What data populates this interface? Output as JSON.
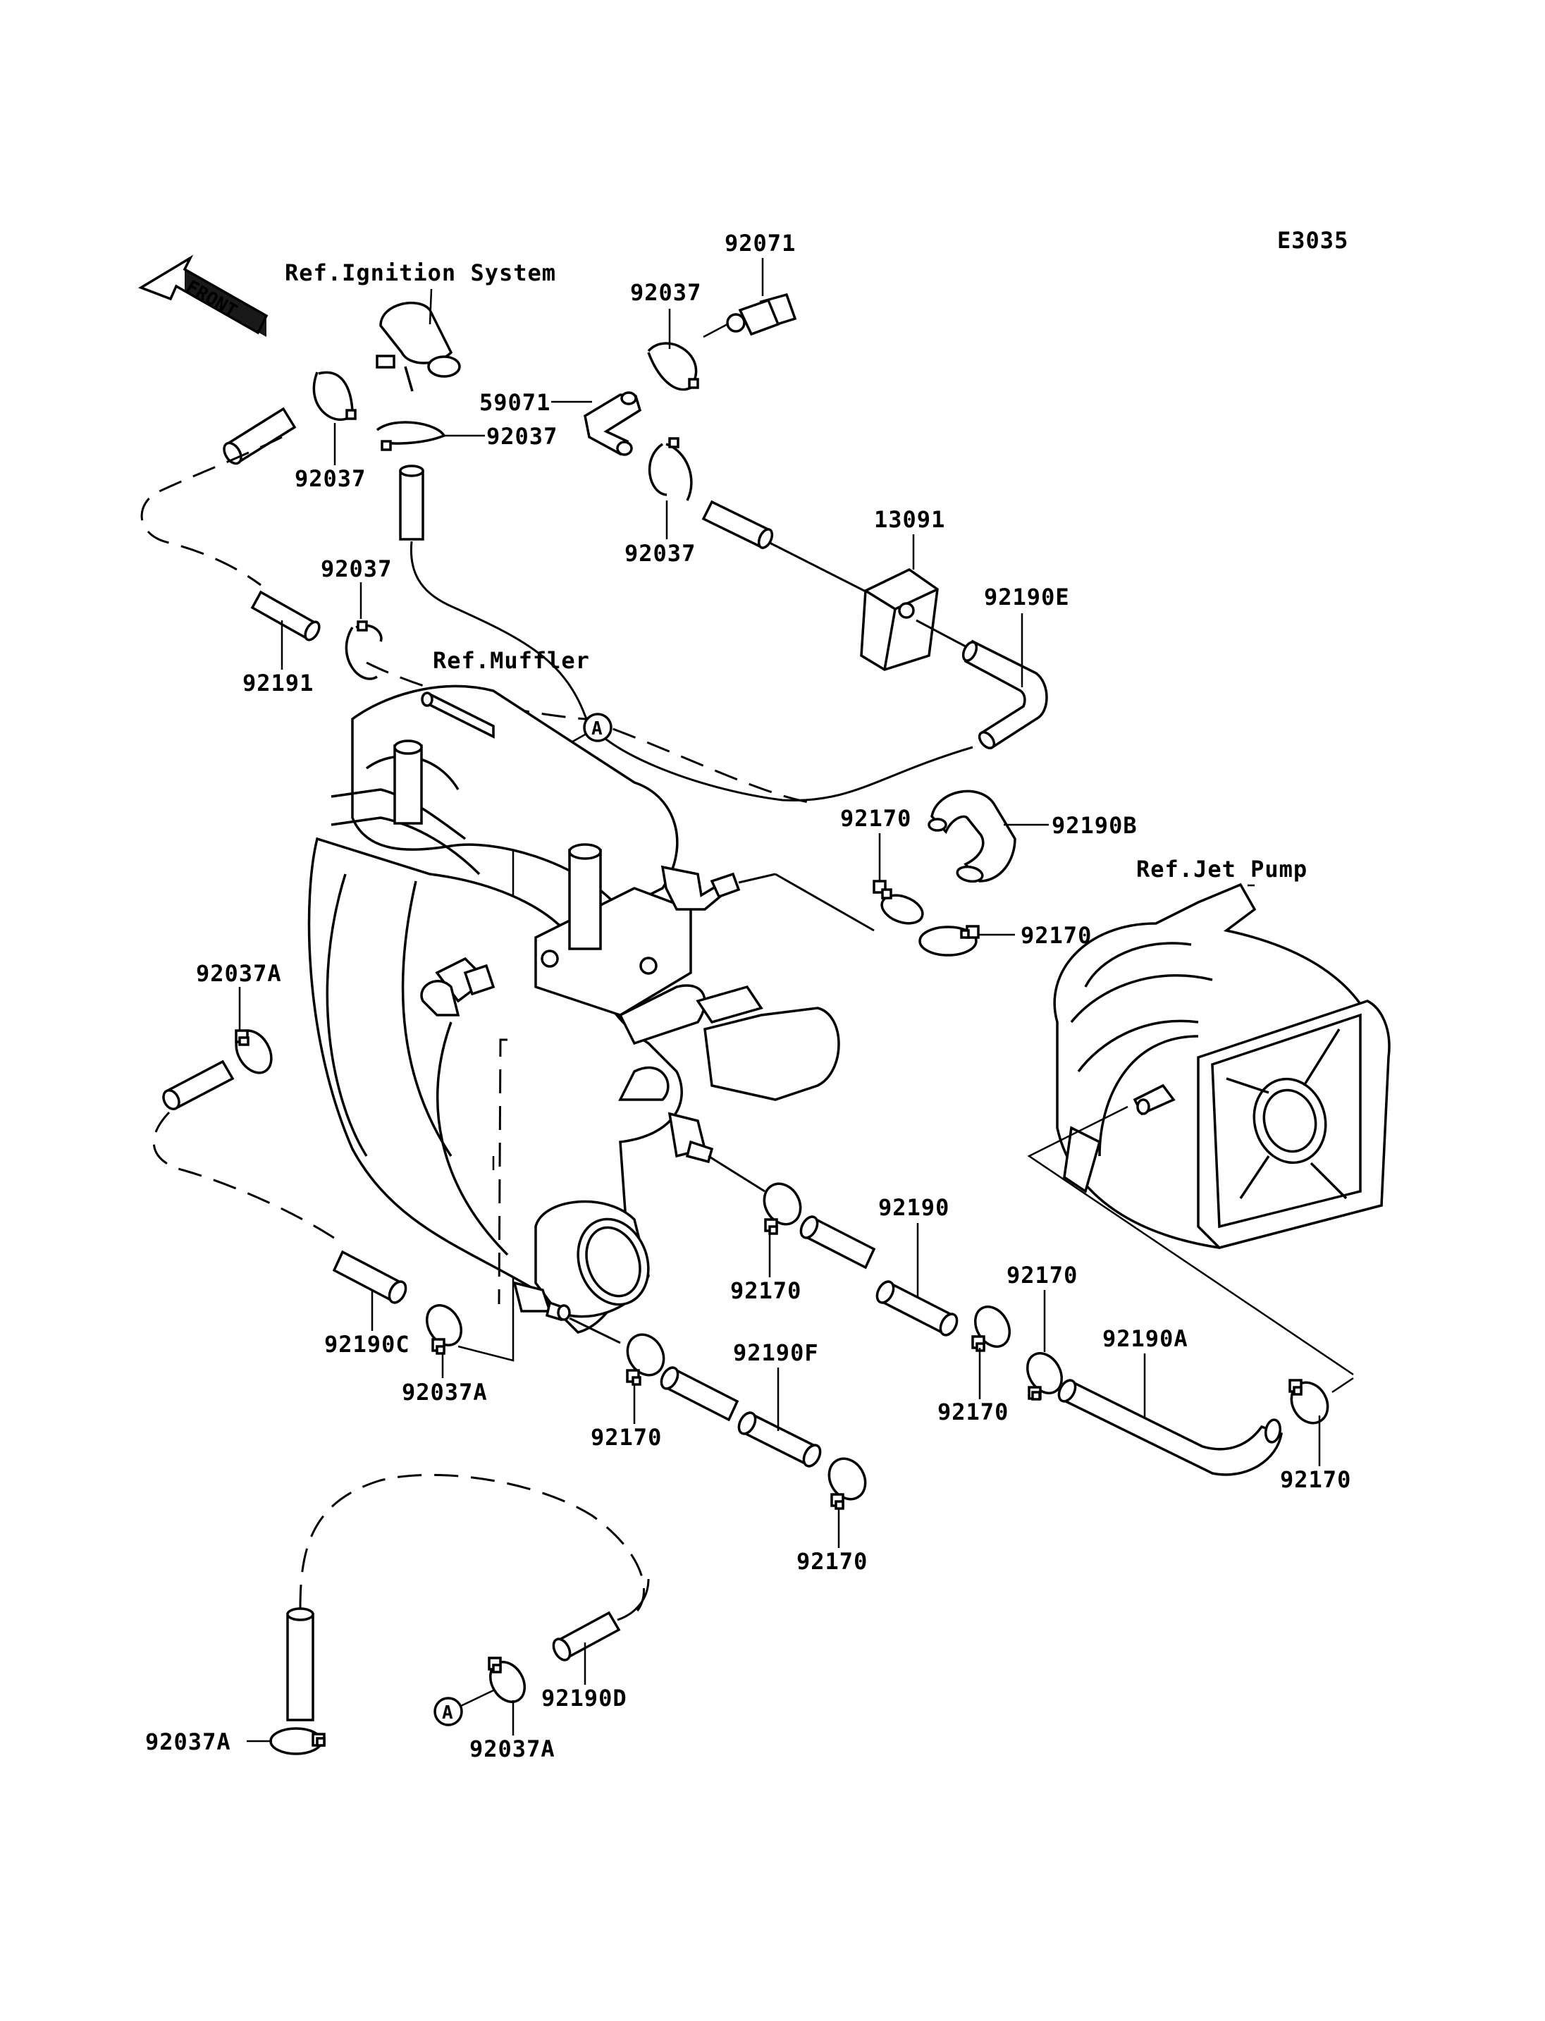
{
  "diagram_code": "E3035",
  "front_arrow_label": "FRONT",
  "refs": {
    "ignition": "Ref.Ignition System",
    "muffler": "Ref.Muffler",
    "jet_pump": "Ref.Jet Pump"
  },
  "marker_a": "A",
  "parts": {
    "p92071": "92071",
    "p92037_top_right": "92037",
    "p59071": "59071",
    "p92037_mid_ign": "92037",
    "p92037_left": "92037",
    "p92037_mid_right": "92037",
    "p13091": "13091",
    "p92037_left_lower": "92037",
    "p92190E": "92190E",
    "p92191": "92191",
    "p92170_b": "92170",
    "p92190B": "92190B",
    "p92170_b2": "92170",
    "p92037A_left": "92037A",
    "p92190": "92190",
    "p92170_mid": "92170",
    "p92170_right_top": "92170",
    "p92190A": "92190A",
    "p92190C": "92190C",
    "p92037A_mid": "92037A",
    "p92190F": "92190F",
    "p92170_lower_left": "92170",
    "p92170_lower_mid": "92170",
    "p92170_right_mid": "92170",
    "p92170_far_right": "92170",
    "p92190D": "92190D",
    "p92037A_bottom_left": "92037A",
    "p92037A_bottom_mid": "92037A"
  }
}
